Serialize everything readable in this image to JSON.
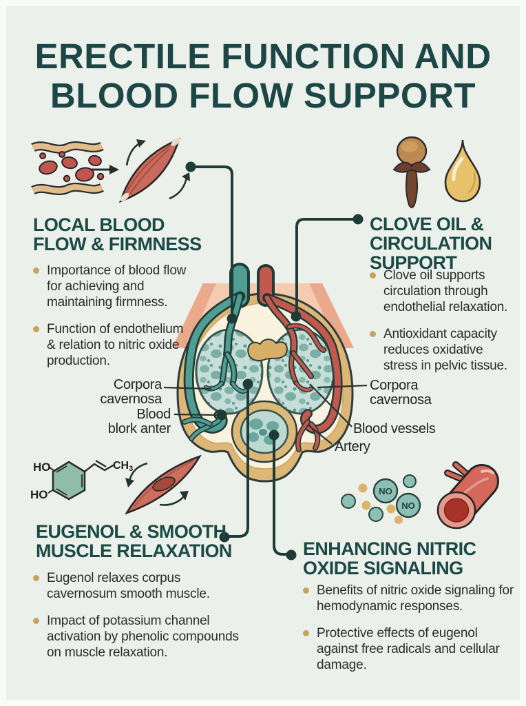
{
  "poster": {
    "title_lines": [
      "ERECTILE FUNCTION AND",
      "BLOOD FLOW SUPPORT"
    ]
  },
  "sections": [
    {
      "id": "local-blood-flow",
      "heading_lines": [
        "LOCAL BLOOD",
        "FLOW & FIRMNESS"
      ],
      "bullets": [
        "Importance of blood flow for achieving and maintaining firmness.",
        "Function of endothelium & relation to nitric oxide production."
      ]
    },
    {
      "id": "clove-oil-circulation",
      "heading_lines": [
        "CLOVE OIL &",
        "CIRCULATION",
        "SUPPORT"
      ],
      "bullets": [
        "Clove oil supports circulation through endothelial relaxation.",
        "Antioxidant capacity reduces oxidative stress in pelvic tissue."
      ]
    },
    {
      "id": "eugenol-smooth-muscle",
      "heading_lines": [
        "EUGENOL & SMOOTH",
        "MUSCLE RELAXATION"
      ],
      "bullets": [
        "Eugenol relaxes corpus cavernosum smooth muscle.",
        "Impact of potassium channel activation by phenolic compounds on muscle relaxation."
      ]
    },
    {
      "id": "nitric-oxide-signaling",
      "heading_lines": [
        "ENHANCING NITRIC",
        "OXIDE SIGNALING"
      ],
      "bullets": [
        "Benefits of nitric oxide signaling for hemodynamic responses.",
        "Protective effects of eugenol against free radicals and cellular damage."
      ]
    }
  ],
  "diagram": {
    "labels": {
      "corpora_left_lines": [
        "Corpora",
        "cavernosa"
      ],
      "blood_blork_lines": [
        "Blood",
        "blork anter"
      ],
      "corpora_right_lines": [
        "Corpora",
        "cavernosa"
      ],
      "blood_vessels": "Blood vessels",
      "artery": "Artery"
    }
  },
  "molecule_labels": {
    "no": "NO",
    "ho_top": "HO",
    "ho_bottom": "HO",
    "ch": "CH",
    "ch_sub": "3"
  },
  "colors": {
    "background": "#ecf0ea",
    "heading_teal": "#1b4a46",
    "body_text": "#2b2b2b",
    "bullet_gold": "#c7a360",
    "connector": "#1f3b38",
    "vein_teal": "#4f9d93",
    "artery_red": "#c4574e",
    "ring_tan": "#dcb777",
    "corpora_fill": "#c6ded7",
    "skin_pink": "#f4cab0"
  }
}
